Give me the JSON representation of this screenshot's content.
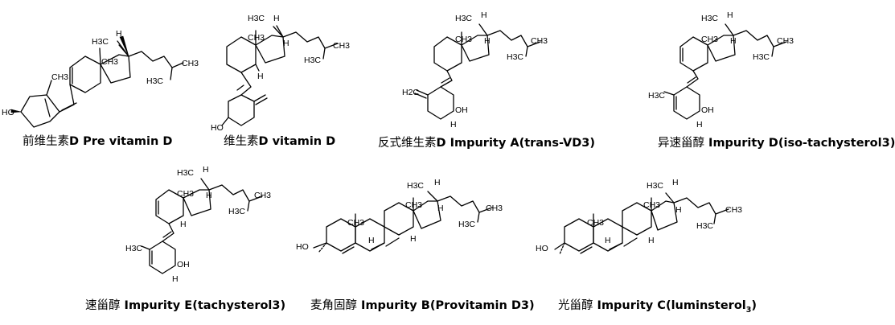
{
  "structures": [
    {
      "id": "pre-vitamin-d",
      "name_cn": "前维生素",
      "name_en": "D Pre vitamin D",
      "labels": {
        "me1": "H3C",
        "h1": "H",
        "me2": "CH3",
        "me3": "CH3",
        "me4": "H3C",
        "ring_me": "CH3",
        "oh": "HO"
      }
    },
    {
      "id": "vitamin-d",
      "name_cn": "维生素",
      "name_en": "D vitamin D",
      "labels": {
        "me1": "H3C",
        "h1": "H",
        "me2": "CH3",
        "h2": "H",
        "me3": "CH3",
        "me4": "H3C",
        "h3": "H",
        "oh": "HO"
      }
    },
    {
      "id": "impurity-a",
      "name_cn": "反式维生素",
      "name_en": "D Impurity A(trans-VD3)",
      "labels": {
        "me1": "H3C",
        "h1": "H",
        "me2": "CH3",
        "h2": "H",
        "me3": "CH3",
        "me4": "H3C",
        "ch2": "H2C",
        "oh": "OH",
        "h3": "H"
      }
    },
    {
      "id": "impurity-d",
      "name_cn": "异速甾醇",
      "name_en": " Impurity D(iso-tachysterol3)",
      "labels": {
        "me1": "H3C",
        "h1": "H",
        "me2": "CH3",
        "h2": "H",
        "me3": "CH3",
        "me4": "H3C",
        "ring_me": "H3C",
        "oh": "OH",
        "h3": "H"
      }
    },
    {
      "id": "impurity-e",
      "name_cn": "速甾醇",
      "name_en": " Impurity E(tachysterol3)",
      "labels": {
        "me1": "H3C",
        "h1": "H",
        "me2": "CH3",
        "h2": "H",
        "me3": "CH3",
        "me4": "H3C",
        "h4": "H",
        "ring_me": "H3C",
        "oh": "OH",
        "h3": "H"
      }
    },
    {
      "id": "impurity-b",
      "name_cn": "麦角固醇",
      "name_en": " Impurity B(Provitamin D3)",
      "labels": {
        "me1": "H3C",
        "h1": "H",
        "me2": "CH3",
        "h2": "H",
        "me3": "CH3",
        "me4": "H3C",
        "me5": "CH3",
        "h4": "H",
        "h5": "H",
        "oh": "HO"
      }
    },
    {
      "id": "impurity-c",
      "name_cn": "光甾醇",
      "name_en": " Impurity C(luminsterol",
      "name_sub": "3",
      "name_tail": ")",
      "labels": {
        "me1": "H3C",
        "h1": "H",
        "me2": "CH3",
        "h2": "H",
        "me3": "CH3",
        "me4": "H3C",
        "me5": "CH3",
        "h4": "H",
        "h5": "H",
        "oh": "HO"
      }
    }
  ]
}
